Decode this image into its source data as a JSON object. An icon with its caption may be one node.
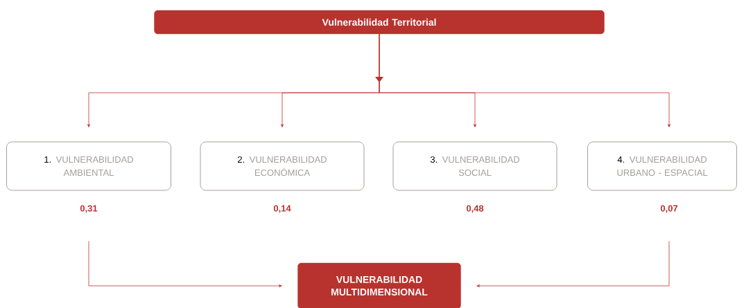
{
  "diagram": {
    "nodes": [
      {
        "text": [
          "Vulnerabilidad Territorial"
        ]
      },
      {
        "text": [
          "1.",
          "VULNERABILIDAD AMBIENTAL"
        ],
        "beside": [
          "0,31"
        ]
      },
      {
        "text": [
          "2.",
          "VULNERABILIDAD ECONÓMICA"
        ],
        "beside": [
          "0,14"
        ]
      },
      {
        "text": [
          "3.",
          "VULNERABILIDAD SOCIAL"
        ],
        "beside": [
          "0,48"
        ]
      },
      {
        "text": [
          "4.",
          "VULNERABILIDAD URBANO - ESPACIAL"
        ],
        "beside": [
          "0,07"
        ]
      },
      {
        "text": [
          "VULNERABILIDAD MULTIDIMENSIONAL"
        ]
      }
    ],
    "edges": [
      {
        "from": 0,
        "to": 1,
        "arrow": "to"
      },
      {
        "from": 0,
        "to": 2,
        "arrow": "to"
      },
      {
        "from": 0,
        "to": 3,
        "arrow": "to"
      },
      {
        "from": 0,
        "to": 4,
        "arrow": "to"
      },
      {
        "from": 1,
        "to": 5,
        "arrow": "to"
      },
      {
        "from": 4,
        "to": 5,
        "arrow": "to"
      }
    ]
  }
}
